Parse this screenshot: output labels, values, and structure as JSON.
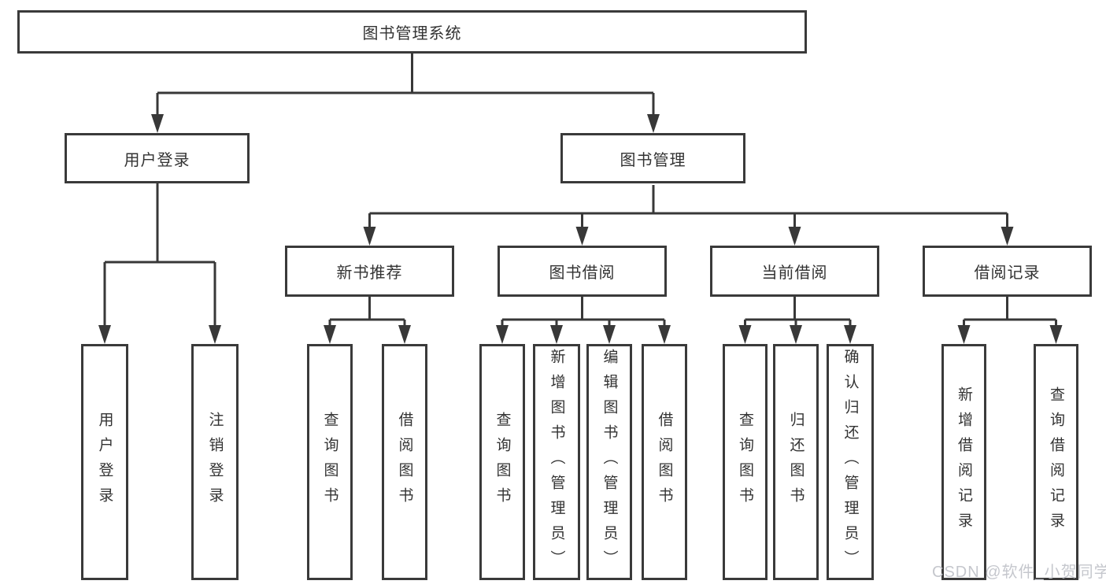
{
  "diagram": {
    "tree": {
      "label": "图书管理系统",
      "children": [
        {
          "label": "用户登录",
          "children": [
            {
              "label": "用户登录"
            },
            {
              "label": "注销登录"
            }
          ]
        },
        {
          "label": "图书管理",
          "children": [
            {
              "label": "新书推荐",
              "children": [
                {
                  "label": "查询图书"
                },
                {
                  "label": "借阅图书"
                }
              ]
            },
            {
              "label": "图书借阅",
              "children": [
                {
                  "label": "查询图书"
                },
                {
                  "label": "新增图书（管理员）"
                },
                {
                  "label": "编辑图书（管理员）"
                },
                {
                  "label": "借阅图书"
                }
              ]
            },
            {
              "label": "当前借阅",
              "children": [
                {
                  "label": "查询图书"
                },
                {
                  "label": "归还图书"
                },
                {
                  "label": "确认归还（管理员）"
                }
              ]
            },
            {
              "label": "借阅记录",
              "children": [
                {
                  "label": "新增借阅记录"
                },
                {
                  "label": "查询借阅记录"
                }
              ]
            }
          ]
        }
      ]
    },
    "watermark": "CSDN @软件_小贺同学",
    "colors": {
      "line": "#383838",
      "box_border": "#3a3a3a",
      "text": "#333333",
      "watermark": "#c5c7cd",
      "background": "#ffffff"
    }
  }
}
